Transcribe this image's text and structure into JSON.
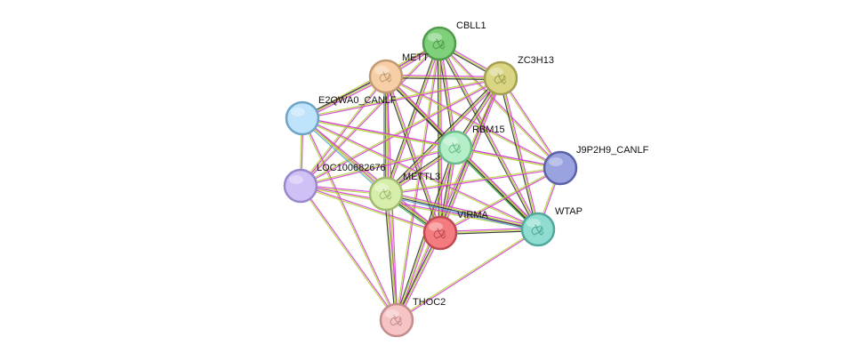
{
  "nodes": [
    {
      "id": "CBLL1",
      "label": "CBLL1",
      "color": "#7ed07a",
      "stroke": "#4f9a4b",
      "icon": "protein-structure-icon"
    },
    {
      "id": "METTL14",
      "label": "METT",
      "color": "#f6cfa6",
      "stroke": "#c29a72",
      "icon": "protein-structure-icon"
    },
    {
      "id": "ZC3H13",
      "label": "ZC3H13",
      "color": "#d9d583",
      "stroke": "#a3a04f",
      "icon": "protein-structure-icon"
    },
    {
      "id": "E2QWA0_CANLF",
      "label": "E2QWA0_CANLF",
      "color": "#bfe3fb",
      "stroke": "#6fa4c6",
      "icon": "none"
    },
    {
      "id": "RBM15",
      "label": "RBM15",
      "color": "#b4efc9",
      "stroke": "#6cba8c",
      "icon": "protein-structure-icon"
    },
    {
      "id": "J9P2H9_CANLF",
      "label": "J9P2H9_CANLF",
      "color": "#9aa2e0",
      "stroke": "#5a62a8",
      "icon": "none"
    },
    {
      "id": "LOC100682676",
      "label": "LOC100682676",
      "color": "#cfc0f6",
      "stroke": "#9a88cc",
      "icon": "none"
    },
    {
      "id": "METTL3",
      "label": "METTL3",
      "color": "#d7eeaa",
      "stroke": "#a0ba70",
      "icon": "protein-structure-icon"
    },
    {
      "id": "VIRMA",
      "label": "VIRMA",
      "color": "#f47b80",
      "stroke": "#bd4a50",
      "icon": "protein-structure-icon"
    },
    {
      "id": "WTAP",
      "label": "WTAP",
      "color": "#8fddd0",
      "stroke": "#4fa89a",
      "icon": "protein-structure-icon"
    },
    {
      "id": "THOC2",
      "label": "THOC2",
      "color": "#f6c4c4",
      "stroke": "#c48c8c",
      "icon": "protein-structure-icon"
    }
  ],
  "edges": [
    {
      "source": "CBLL1",
      "target": "METTL14",
      "colors": [
        "#d43fd4",
        "#b5d43a",
        "#333333"
      ]
    },
    {
      "source": "CBLL1",
      "target": "ZC3H13",
      "colors": [
        "#d43fd4",
        "#b5d43a",
        "#333333"
      ]
    },
    {
      "source": "CBLL1",
      "target": "E2QWA0_CANLF",
      "colors": [
        "#d43fd4",
        "#b5d43a"
      ]
    },
    {
      "source": "CBLL1",
      "target": "RBM15",
      "colors": [
        "#d43fd4",
        "#b5d43a",
        "#333333"
      ]
    },
    {
      "source": "CBLL1",
      "target": "J9P2H9_CANLF",
      "colors": [
        "#d43fd4",
        "#b5d43a"
      ]
    },
    {
      "source": "CBLL1",
      "target": "LOC100682676",
      "colors": [
        "#d43fd4",
        "#b5d43a"
      ]
    },
    {
      "source": "CBLL1",
      "target": "METTL3",
      "colors": [
        "#d43fd4",
        "#b5d43a",
        "#333333"
      ]
    },
    {
      "source": "CBLL1",
      "target": "VIRMA",
      "colors": [
        "#d43fd4",
        "#b5d43a",
        "#333333"
      ]
    },
    {
      "source": "CBLL1",
      "target": "WTAP",
      "colors": [
        "#d43fd4",
        "#b5d43a",
        "#333333"
      ]
    },
    {
      "source": "CBLL1",
      "target": "THOC2",
      "colors": [
        "#d43fd4",
        "#b5d43a"
      ]
    },
    {
      "source": "METTL14",
      "target": "ZC3H13",
      "colors": [
        "#d43fd4",
        "#b5d43a",
        "#333333"
      ]
    },
    {
      "source": "METTL14",
      "target": "E2QWA0_CANLF",
      "colors": [
        "#d43fd4",
        "#b5d43a",
        "#333333"
      ]
    },
    {
      "source": "METTL14",
      "target": "RBM15",
      "colors": [
        "#d43fd4",
        "#b5d43a",
        "#333333"
      ]
    },
    {
      "source": "METTL14",
      "target": "J9P2H9_CANLF",
      "colors": [
        "#d43fd4",
        "#b5d43a"
      ]
    },
    {
      "source": "METTL14",
      "target": "LOC100682676",
      "colors": [
        "#d43fd4",
        "#b5d43a"
      ]
    },
    {
      "source": "METTL14",
      "target": "METTL3",
      "colors": [
        "#d43fd4",
        "#b5d43a",
        "#333333",
        "#5aa8e0"
      ]
    },
    {
      "source": "METTL14",
      "target": "VIRMA",
      "colors": [
        "#d43fd4",
        "#b5d43a",
        "#333333"
      ]
    },
    {
      "source": "METTL14",
      "target": "WTAP",
      "colors": [
        "#d43fd4",
        "#b5d43a",
        "#333333"
      ]
    },
    {
      "source": "METTL14",
      "target": "THOC2",
      "colors": [
        "#d43fd4",
        "#b5d43a"
      ]
    },
    {
      "source": "ZC3H13",
      "target": "E2QWA0_CANLF",
      "colors": [
        "#d43fd4",
        "#b5d43a"
      ]
    },
    {
      "source": "ZC3H13",
      "target": "RBM15",
      "colors": [
        "#d43fd4",
        "#b5d43a",
        "#333333"
      ]
    },
    {
      "source": "ZC3H13",
      "target": "J9P2H9_CANLF",
      "colors": [
        "#d43fd4",
        "#b5d43a"
      ]
    },
    {
      "source": "ZC3H13",
      "target": "LOC100682676",
      "colors": [
        "#d43fd4",
        "#b5d43a"
      ]
    },
    {
      "source": "ZC3H13",
      "target": "METTL3",
      "colors": [
        "#d43fd4",
        "#b5d43a",
        "#333333"
      ]
    },
    {
      "source": "ZC3H13",
      "target": "VIRMA",
      "colors": [
        "#d43fd4",
        "#b5d43a",
        "#333333"
      ]
    },
    {
      "source": "ZC3H13",
      "target": "WTAP",
      "colors": [
        "#d43fd4",
        "#b5d43a",
        "#333333"
      ]
    },
    {
      "source": "ZC3H13",
      "target": "THOC2",
      "colors": [
        "#d43fd4",
        "#b5d43a"
      ]
    },
    {
      "source": "E2QWA0_CANLF",
      "target": "RBM15",
      "colors": [
        "#d43fd4",
        "#b5d43a"
      ]
    },
    {
      "source": "E2QWA0_CANLF",
      "target": "J9P2H9_CANLF",
      "colors": [
        "#d43fd4",
        "#b5d43a"
      ]
    },
    {
      "source": "E2QWA0_CANLF",
      "target": "LOC100682676",
      "colors": [
        "#d43fd4",
        "#b5d43a"
      ]
    },
    {
      "source": "E2QWA0_CANLF",
      "target": "METTL3",
      "colors": [
        "#d43fd4",
        "#b5d43a",
        "#5aa8e0"
      ]
    },
    {
      "source": "E2QWA0_CANLF",
      "target": "VIRMA",
      "colors": [
        "#d43fd4",
        "#b5d43a"
      ]
    },
    {
      "source": "E2QWA0_CANLF",
      "target": "WTAP",
      "colors": [
        "#d43fd4",
        "#b5d43a"
      ]
    },
    {
      "source": "E2QWA0_CANLF",
      "target": "THOC2",
      "colors": [
        "#d43fd4",
        "#b5d43a"
      ]
    },
    {
      "source": "RBM15",
      "target": "J9P2H9_CANLF",
      "colors": [
        "#d43fd4",
        "#b5d43a"
      ]
    },
    {
      "source": "RBM15",
      "target": "LOC100682676",
      "colors": [
        "#d43fd4",
        "#b5d43a"
      ]
    },
    {
      "source": "RBM15",
      "target": "METTL3",
      "colors": [
        "#d43fd4",
        "#b5d43a",
        "#333333"
      ]
    },
    {
      "source": "RBM15",
      "target": "VIRMA",
      "colors": [
        "#d43fd4",
        "#b5d43a",
        "#333333"
      ]
    },
    {
      "source": "RBM15",
      "target": "WTAP",
      "colors": [
        "#d43fd4",
        "#b5d43a",
        "#333333",
        "#3ab54a"
      ]
    },
    {
      "source": "RBM15",
      "target": "THOC2",
      "colors": [
        "#d43fd4",
        "#b5d43a",
        "#333333"
      ]
    },
    {
      "source": "J9P2H9_CANLF",
      "target": "METTL3",
      "colors": [
        "#d43fd4",
        "#b5d43a"
      ]
    },
    {
      "source": "J9P2H9_CANLF",
      "target": "VIRMA",
      "colors": [
        "#d43fd4",
        "#b5d43a"
      ]
    },
    {
      "source": "J9P2H9_CANLF",
      "target": "WTAP",
      "colors": [
        "#d43fd4",
        "#b5d43a"
      ]
    },
    {
      "source": "LOC100682676",
      "target": "METTL3",
      "colors": [
        "#d43fd4",
        "#b5d43a"
      ]
    },
    {
      "source": "LOC100682676",
      "target": "VIRMA",
      "colors": [
        "#d43fd4",
        "#b5d43a"
      ]
    },
    {
      "source": "LOC100682676",
      "target": "WTAP",
      "colors": [
        "#d43fd4",
        "#b5d43a"
      ]
    },
    {
      "source": "LOC100682676",
      "target": "THOC2",
      "colors": [
        "#d43fd4",
        "#b5d43a"
      ]
    },
    {
      "source": "METTL3",
      "target": "VIRMA",
      "colors": [
        "#d43fd4",
        "#b5d43a",
        "#333333",
        "#3ab54a"
      ]
    },
    {
      "source": "METTL3",
      "target": "WTAP",
      "colors": [
        "#d43fd4",
        "#b5d43a",
        "#333333",
        "#5aa8e0"
      ]
    },
    {
      "source": "METTL3",
      "target": "THOC2",
      "colors": [
        "#d43fd4",
        "#b5d43a",
        "#333333"
      ]
    },
    {
      "source": "VIRMA",
      "target": "WTAP",
      "colors": [
        "#d43fd4",
        "#b5d43a",
        "#333333"
      ]
    },
    {
      "source": "VIRMA",
      "target": "THOC2",
      "colors": [
        "#d43fd4",
        "#b5d43a",
        "#333333"
      ]
    },
    {
      "source": "WTAP",
      "target": "THOC2",
      "colors": [
        "#d43fd4",
        "#b5d43a"
      ]
    }
  ]
}
